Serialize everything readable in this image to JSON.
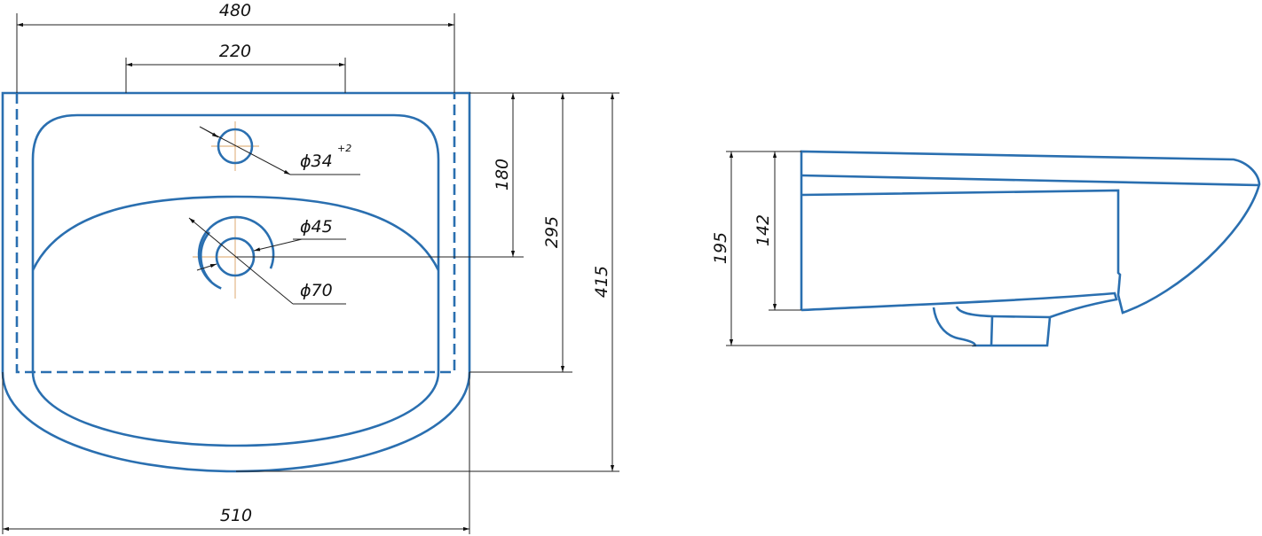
{
  "top_view": {
    "dimensions": {
      "overall_width_top": "480",
      "tap_holes_spacing": "220",
      "overall_width_bottom": "510",
      "depth_to_drain": "180",
      "depth_to_wall": "295",
      "overall_depth": "415"
    },
    "callouts": {
      "tap_hole": "ϕ34",
      "tap_hole_tolerance": "+2",
      "drain_inner": "ϕ45",
      "drain_outer": "ϕ70"
    }
  },
  "side_view": {
    "dimensions": {
      "overall_height": "195",
      "body_height": "142"
    }
  },
  "colors": {
    "outline": "#2a6fb0",
    "dimension": "#222222",
    "centerline": "#d9a060"
  }
}
